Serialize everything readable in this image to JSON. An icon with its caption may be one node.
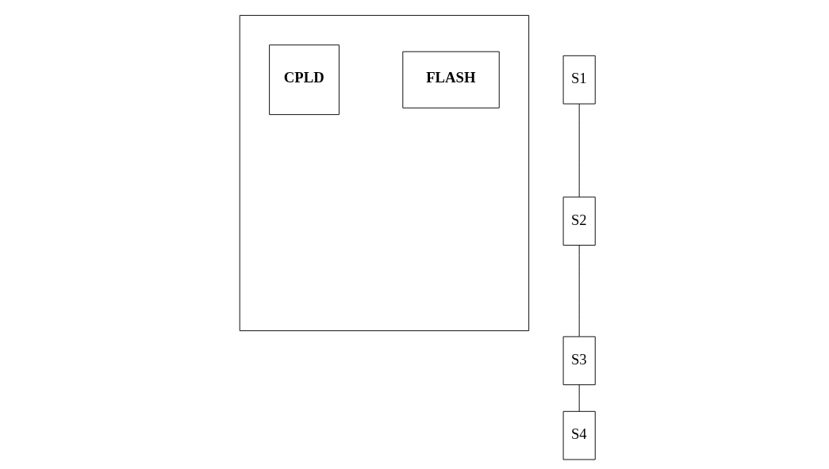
{
  "diagram": {
    "nodes": [
      {
        "text": [],
        "shape": "box"
      },
      {
        "text": [
          "CPLD"
        ],
        "in": 0
      },
      {
        "text": [
          "FLASH"
        ],
        "in": 0
      },
      {
        "text": [
          "S1"
        ]
      },
      {
        "text": [
          "S2"
        ]
      },
      {
        "text": [
          "S3"
        ]
      },
      {
        "text": [
          "S4"
        ]
      }
    ],
    "edges": [
      {
        "from": 3,
        "to": 4,
        "arrow": "none"
      },
      {
        "from": 4,
        "to": 5,
        "arrow": "none"
      },
      {
        "from": 5,
        "to": 6,
        "arrow": "none"
      }
    ]
  }
}
